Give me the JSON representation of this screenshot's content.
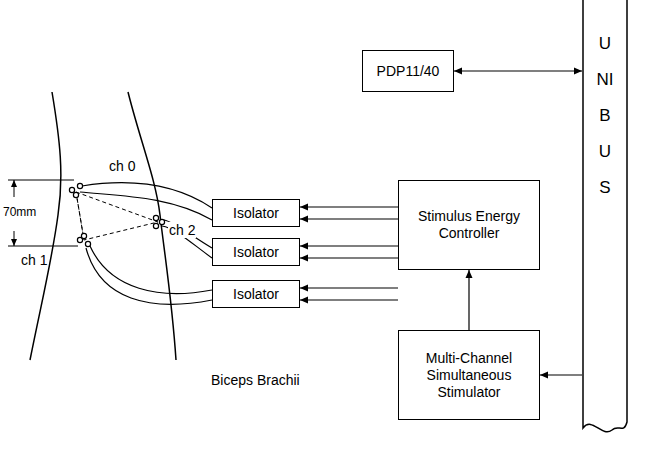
{
  "diagram": {
    "nodes": [
      {
        "text": [
          "PDP11/40"
        ]
      },
      {
        "text": [
          "UNIBUS"
        ]
      },
      {
        "text": [
          "Isolator"
        ]
      },
      {
        "text": [
          "Isolator"
        ]
      },
      {
        "text": [
          "Isolator"
        ]
      },
      {
        "text": [
          "Stimulus Energy Controller"
        ]
      },
      {
        "text": [
          "Multi-Channel Simultaneous Stimulator"
        ]
      }
    ],
    "edges": [
      {
        "from": 0,
        "to": 1,
        "arrow": "both"
      },
      {
        "from": 5,
        "to": 2,
        "arrow": "to"
      },
      {
        "from": 5,
        "to": 3,
        "arrow": "to"
      },
      {
        "from": 5,
        "to": 4,
        "arrow": "to"
      },
      {
        "from": 6,
        "to": 5,
        "arrow": "to"
      },
      {
        "from": 1,
        "to": 6,
        "arrow": "to"
      }
    ],
    "labels": [
      "ch 0",
      "ch 1",
      "ch 2",
      "70mm",
      "Biceps Brachii"
    ]
  }
}
